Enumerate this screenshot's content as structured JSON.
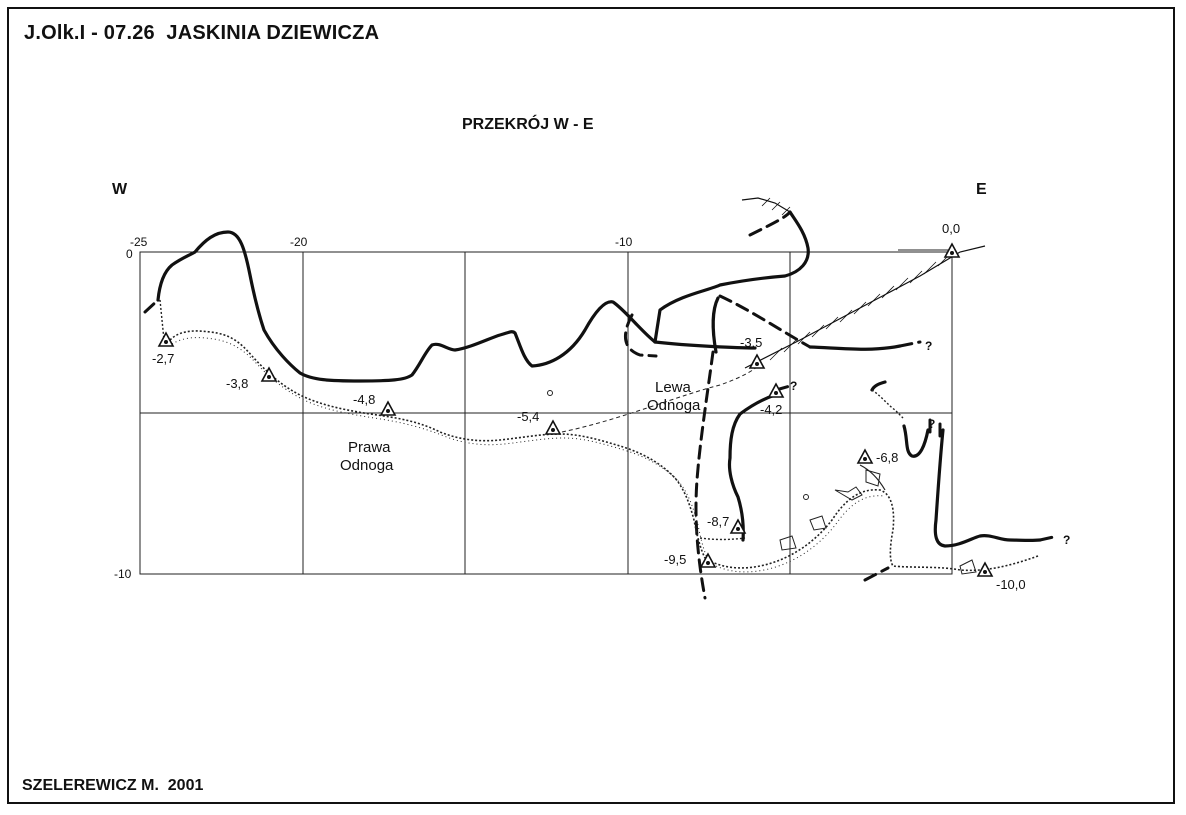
{
  "sheet": {
    "title": "J.Olk.I - 07.26  JASKINIA DZIEWICZA",
    "section_title": "PRZEKRÓJ W - E",
    "author": "SZELEREWICZ M.  2001",
    "direction_west": "W",
    "direction_east": "E"
  },
  "grid": {
    "x_ticks": [
      "-25",
      "-20",
      "-10"
    ],
    "y_ticks": [
      "0",
      "-10"
    ]
  },
  "cave": {
    "branch_left_label": [
      "Prawa",
      "Odnoga"
    ],
    "branch_right_label": [
      "Lewa",
      "Odnoga"
    ],
    "uncertain_mark": "?",
    "depth_points": [
      "0,0",
      "-2,7",
      "-3,8",
      "-4,8",
      "-5,4",
      "-3,5",
      "-4,2",
      "-6,8",
      "-8,7",
      "-9,5",
      "-10,0"
    ]
  }
}
